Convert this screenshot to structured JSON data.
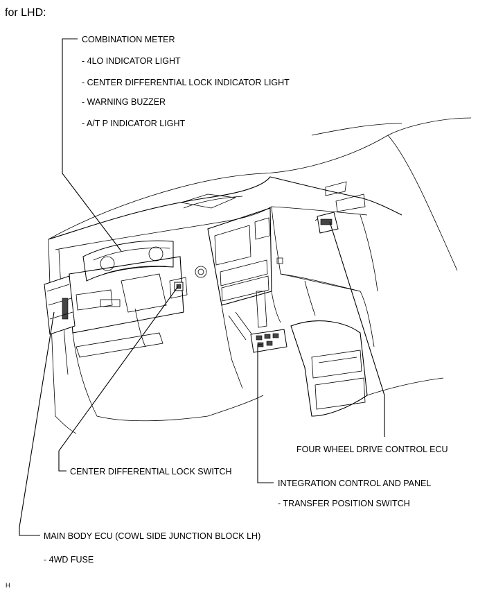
{
  "header": {
    "title": "for LHD:"
  },
  "labels": {
    "combination_meter": {
      "title": "COMBINATION METER",
      "items": [
        "- 4LO INDICATOR LIGHT",
        "- CENTER DIFFERENTIAL LOCK INDICATOR LIGHT",
        "- WARNING BUZZER",
        "- A/T P INDICATOR LIGHT"
      ]
    },
    "four_wheel_drive_ecu": {
      "title": "FOUR WHEEL DRIVE CONTROL ECU"
    },
    "center_diff_switch": {
      "title": "CENTER DIFFERENTIAL LOCK SWITCH"
    },
    "integration_panel": {
      "title": "INTEGRATION CONTROL AND PANEL",
      "items": [
        "- TRANSFER POSITION SWITCH"
      ]
    },
    "main_body_ecu": {
      "title": "MAIN BODY ECU (COWL SIDE JUNCTION BLOCK LH)",
      "items": [
        "- 4WD FUSE"
      ]
    }
  },
  "footer": {
    "code": "H"
  }
}
